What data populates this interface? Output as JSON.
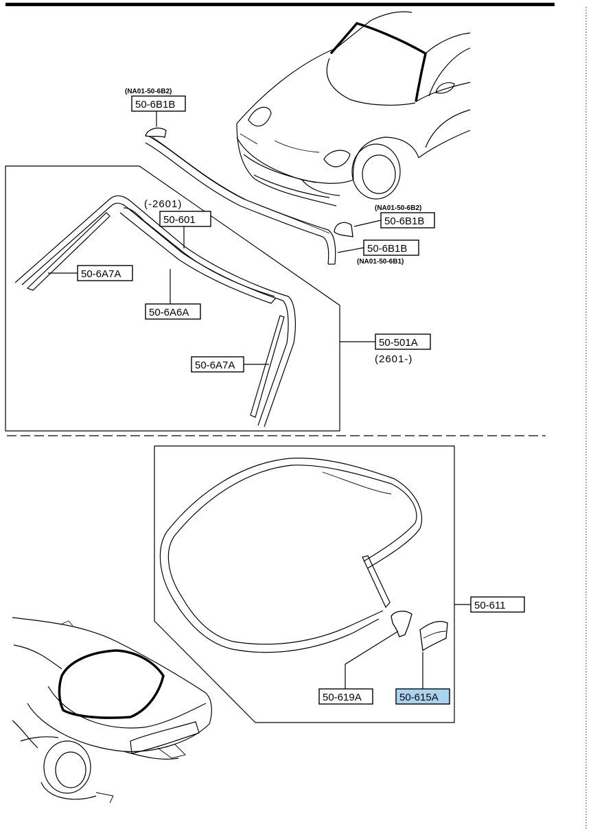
{
  "callouts": {
    "molding_clip_upper_left": {
      "part": "50-6B1B",
      "note": "(NA01-50-6B2)"
    },
    "molding_clip_right_upper": {
      "part": "50-6B1B",
      "note": "(NA01-50-6B2)"
    },
    "molding_clip_right_lower": {
      "part": "50-6B1B",
      "note": "(NA01-50-6B1)"
    },
    "windshield_molding": {
      "part": "50-601",
      "note": "(-2601)"
    },
    "side_molding_left": {
      "part": "50-6A7A"
    },
    "upper_molding": {
      "part": "50-6A6A"
    },
    "side_molding_right": {
      "part": "50-6A7A"
    },
    "molding_kit": {
      "part": "50-501A",
      "note": "(2601-)"
    },
    "rear_seal": {
      "part": "50-611"
    },
    "rear_clip": {
      "part": "50-619A"
    },
    "rear_fastener": {
      "part": "50-615A"
    }
  },
  "colors": {
    "highlight": "#a8d4f0",
    "line": "#000000"
  }
}
